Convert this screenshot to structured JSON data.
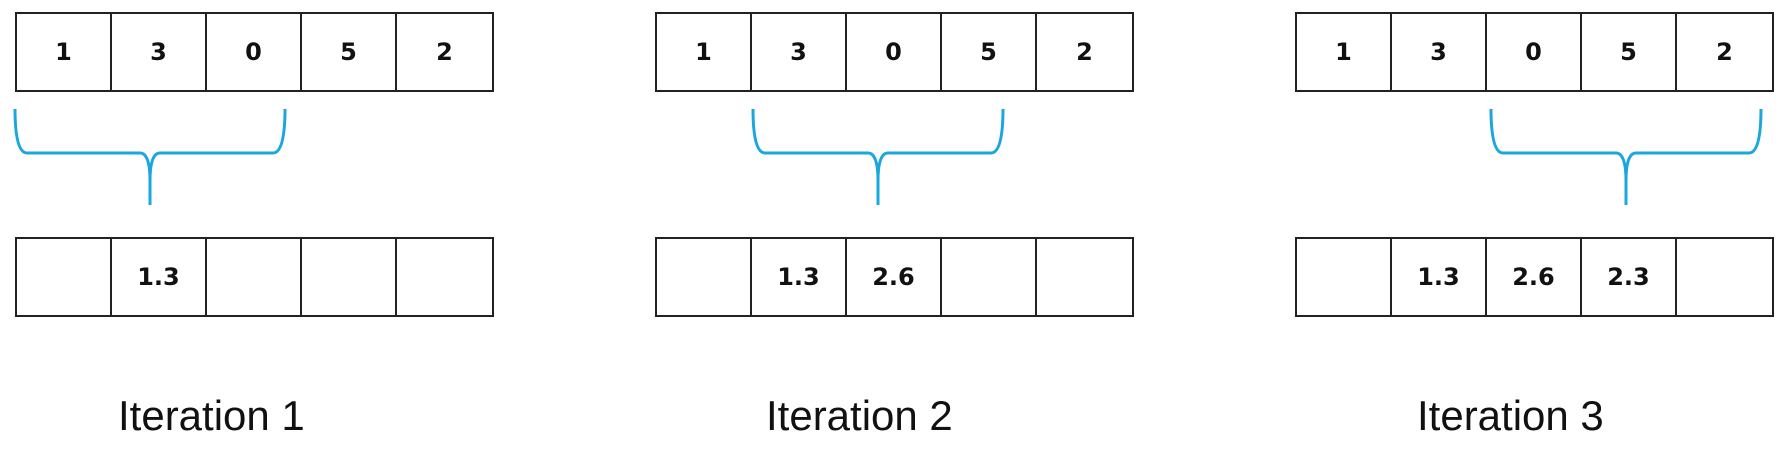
{
  "accent_color": "#1aa7e0",
  "iterations": [
    {
      "label": "Iteration 1",
      "input": [
        "1",
        "3",
        "0",
        "5",
        "2"
      ],
      "output": [
        "",
        "1.3",
        "",
        "",
        ""
      ]
    },
    {
      "label": "Iteration 2",
      "input": [
        "1",
        "3",
        "0",
        "5",
        "2"
      ],
      "output": [
        "",
        "1.3",
        "2.6",
        "",
        ""
      ]
    },
    {
      "label": "Iteration 3",
      "input": [
        "1",
        "3",
        "0",
        "5",
        "2"
      ],
      "output": [
        "",
        "1.3",
        "2.6",
        "2.3",
        ""
      ]
    }
  ]
}
